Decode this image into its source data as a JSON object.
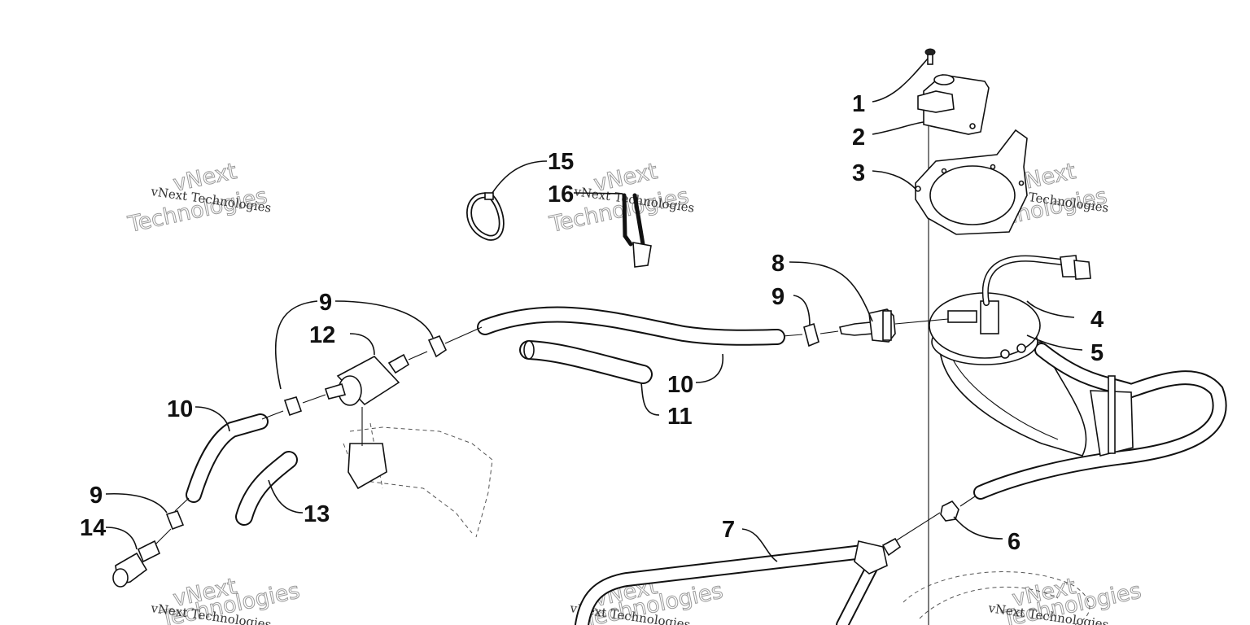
{
  "watermark": {
    "small_text": "vNext Technologies",
    "big_line1": "vNext",
    "big_line2": "Technologies"
  },
  "callouts": {
    "c1": "1",
    "c2": "2",
    "c3": "3",
    "c4": "4",
    "c5": "5",
    "c6": "6",
    "c7": "7",
    "c8": "8",
    "c9a": "9",
    "c9b": "9",
    "c9c": "9",
    "c10a": "10",
    "c10b": "10",
    "c11": "11",
    "c12": "12",
    "c13": "13",
    "c14": "14",
    "c15": "15",
    "c16": "16"
  }
}
